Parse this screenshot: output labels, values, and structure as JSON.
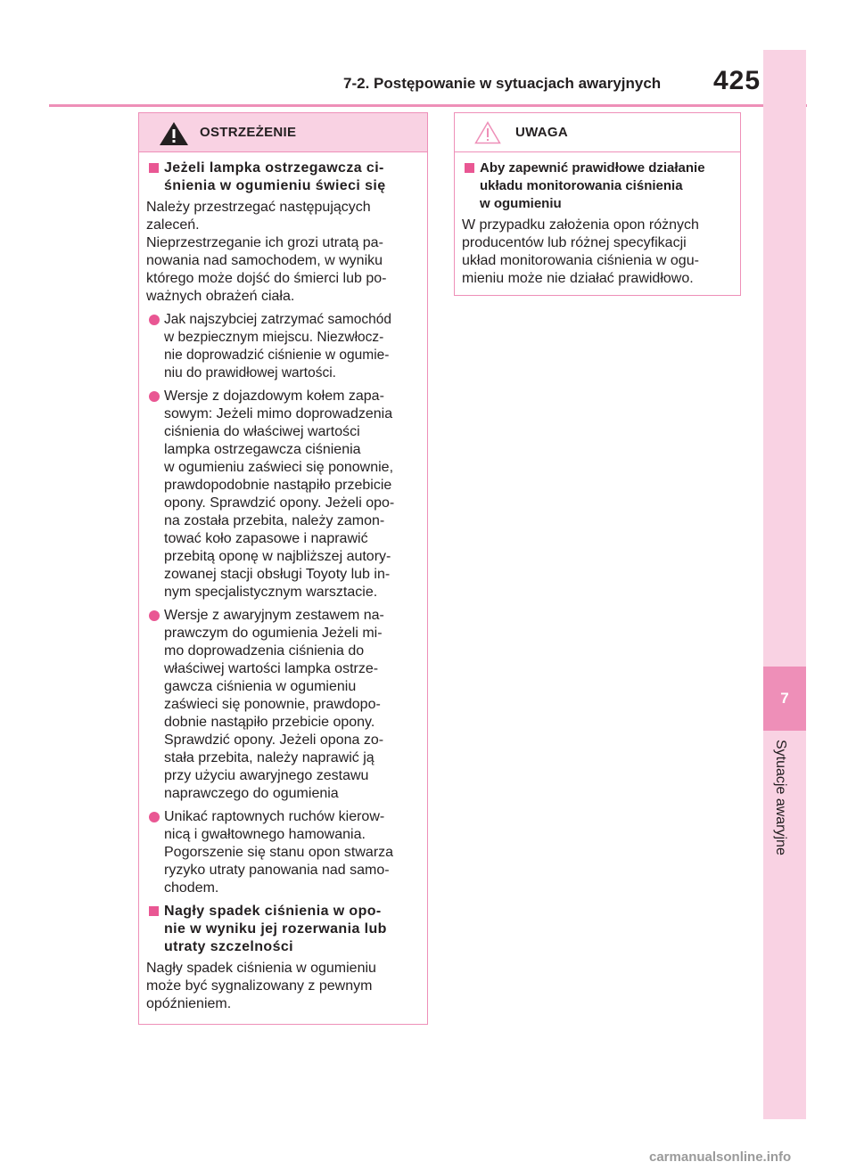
{
  "header": {
    "title": "7-2. Postępowanie w sytuacjach awaryjnych",
    "page_number": "425"
  },
  "side_tab": {
    "chapter": "7",
    "label": "Sytuacje awaryjne"
  },
  "warning_box": {
    "title": "OSTRZEŻENIE",
    "sections": [
      {
        "heading": "Jeżeli lampka ostrzegawcza ci-\nśnienia w ogumieniu świeci się",
        "paragraph": "Należy przestrzegać następujących\nzaleceń.\nNieprzestrzeganie ich grozi utratą pa-\nnowania nad samochodem, w wyniku\nktórego może dojść do śmierci lub po-\nważnych obrażeń ciała.",
        "bullets": [
          "Jak najszybciej zatrzymać samochód\nw bezpiecznym miejscu. Niezwłocz-\nnie doprowadzić ciśnienie w ogumie-\nniu do prawidłowej wartości.",
          "Wersje z dojazdowym kołem zapa-\nsowym: Jeżeli mimo doprowadzenia\nciśnienia do właściwej wartości\nlampka ostrzegawcza ciśnienia\nw ogumieniu zaświeci się ponownie,\nprawdopodobnie nastąpiło przebicie\nopony. Sprawdzić opony. Jeżeli opo-\nna została przebita, należy zamon-\ntować koło zapasowe i naprawić\nprzebitą oponę w najbliższej autory-\nzowanej stacji obsługi Toyoty lub in-\nnym specjalistycznym warsztacie.",
          "Wersje z awaryjnym zestawem na-\nprawczym do ogumienia Jeżeli mi-\nmo doprowadzenia ciśnienia do\nwłaściwej wartości lampka ostrze-\ngawcza ciśnienia w ogumieniu\nzaświeci się ponownie, prawdopo-\ndobnie nastąpiło przebicie opony.\nSprawdzić opony. Jeżeli opona zo-\nstała przebita, należy naprawić ją\nprzy użyciu awaryjnego zestawu\nnaprawczego do ogumienia",
          "Unikać raptownych ruchów kierow-\nnicą i gwałtownego hamowania.\nPogorszenie się stanu opon stwarza\nryzyko utraty panowania nad samo-\nchodem."
        ]
      },
      {
        "heading": "Nagły spadek ciśnienia w opo-\nnie w wyniku jej rozerwania lub\nutraty szczelności",
        "paragraph": "Nagły spadek ciśnienia w ogumieniu\nmoże być sygnalizowany z pewnym\nopóźnieniem."
      }
    ]
  },
  "caution_box": {
    "title": "UWAGA",
    "heading": "Aby zapewnić prawidłowe działanie\nukładu monitorowania ciśnienia\nw ogumieniu",
    "paragraph": "W przypadku założenia opon różnych\nproducentów lub różnej specyfikacji\nukład monitorowania ciśnienia w ogu-\nmieniu może nie działać prawidłowo."
  },
  "watermark": "carmanualsonline.info",
  "colors": {
    "accent": "#ee8fb8",
    "accent_dark": "#e95793",
    "tab_light": "#f9d2e3"
  }
}
